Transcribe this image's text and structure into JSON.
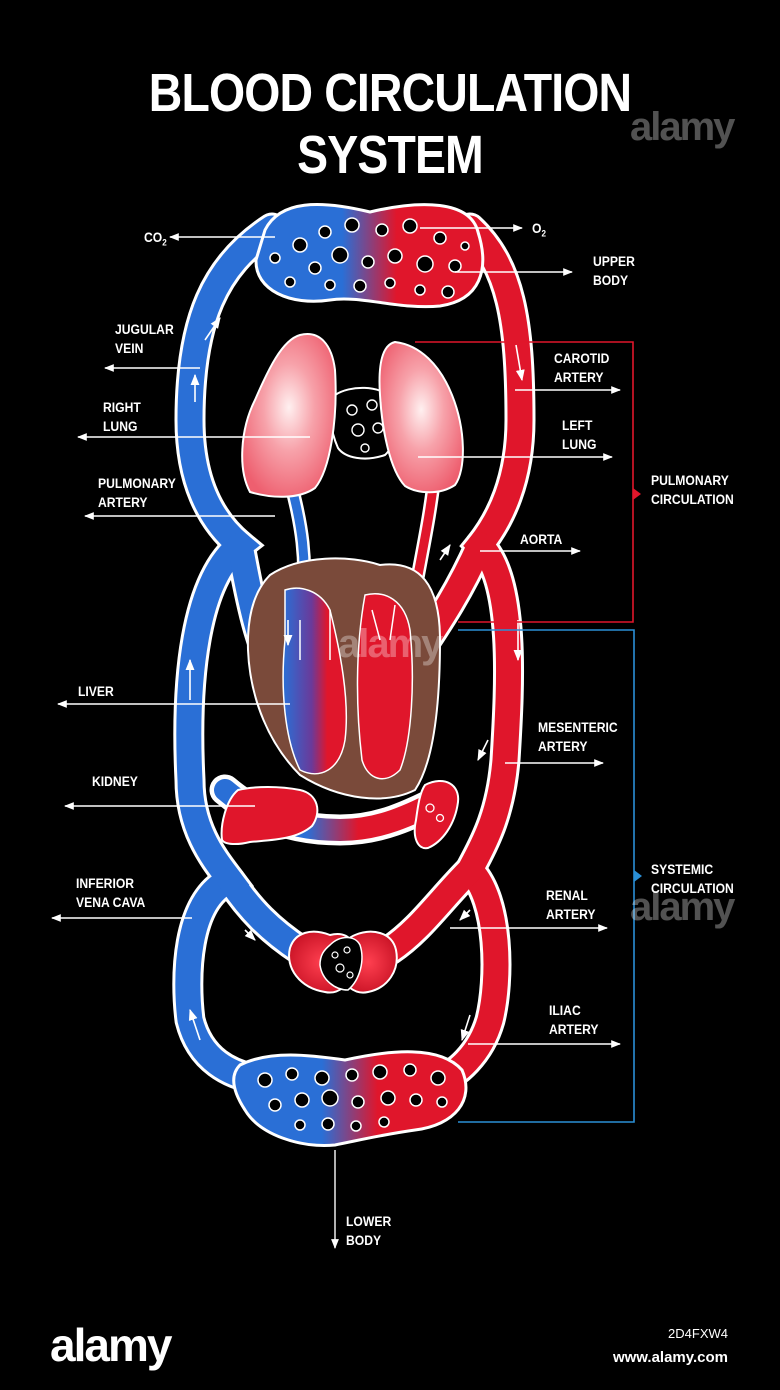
{
  "title": "BLOOD CIRCULATION SYSTEM",
  "labels": {
    "co2": "CO",
    "co2_sub": "2",
    "o2": "O",
    "o2_sub": "2",
    "upper_body": "UPPER\nBODY",
    "jugular_vein": "JUGULAR\nVEIN",
    "carotid_artery": "CAROTID\nARTERY",
    "right_lung": "RIGHT\nLUNG",
    "left_lung": "LEFT\nLUNG",
    "pulmonary_artery": "PULMONARY\nARTERY",
    "pulmonary_circulation": "PULMONARY\nCIRCULATION",
    "aorta": "AORTA",
    "liver": "LIVER",
    "mesenteric_artery": "MESENTERIC\nARTERY",
    "kidney": "KIDNEY",
    "systemic_circulation": "SYSTEMIC\nCIRCULATION",
    "inferior_vena_cava": "INFERIOR\nVENA CAVA",
    "renal_artery": "RENAL\nARTERY",
    "iliac_artery": "ILIAC\nARTERY",
    "lower_body": "LOWER\nBODY"
  },
  "watermark": "alamy",
  "footer": {
    "brand": "alamy",
    "image_id": "2D4FXW4",
    "url": "www.alamy.com"
  },
  "colors": {
    "background": "#000000",
    "arterial": "#e0162b",
    "venous": "#2a6fd6",
    "heart": "#7a4a3a",
    "lung": "#f06a78",
    "pulmonary_bracket": "#e0162b",
    "systemic_bracket": "#2a8fd6"
  }
}
